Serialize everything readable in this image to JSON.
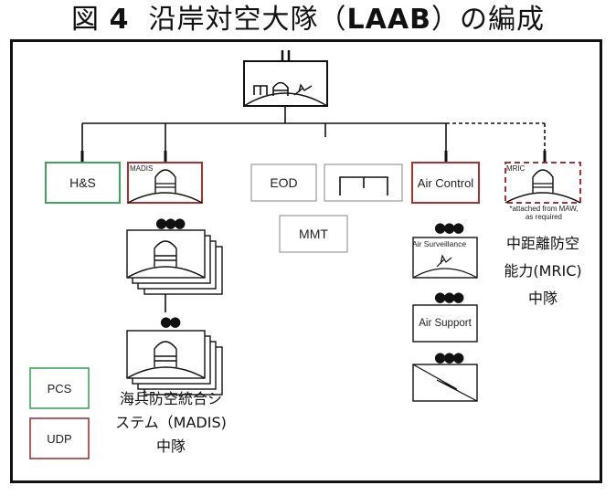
{
  "title": {
    "prefix": "図",
    "number": "4",
    "main": "沿岸対空大隊（",
    "abbr": "LAAB",
    "suffix": "）の編成"
  },
  "hq": {
    "designation": "II"
  },
  "units": {
    "hs": "H&S",
    "madis": "MADIS",
    "eod": "EOD",
    "mmt": "MMT",
    "air_control": "Air Control",
    "mric": "MRIC",
    "mric_note": "*attached from MAW, as required",
    "air_surveillance": "Air Surveillance",
    "air_support": "Air Support"
  },
  "dots": {
    "three": "●●●",
    "two": "●●"
  },
  "annotations": {
    "madis_jp": [
      "海兵防空統合シ",
      "ステム（MADIS)",
      "中隊"
    ],
    "mric_jp": [
      "中距離防空",
      "能力(MRIC)",
      "中隊"
    ]
  },
  "legend": {
    "pcs": "PCS",
    "udp": "UDP"
  },
  "colors": {
    "pcs": "#3aa85c",
    "udp": "#a83232",
    "line": "#111111"
  }
}
